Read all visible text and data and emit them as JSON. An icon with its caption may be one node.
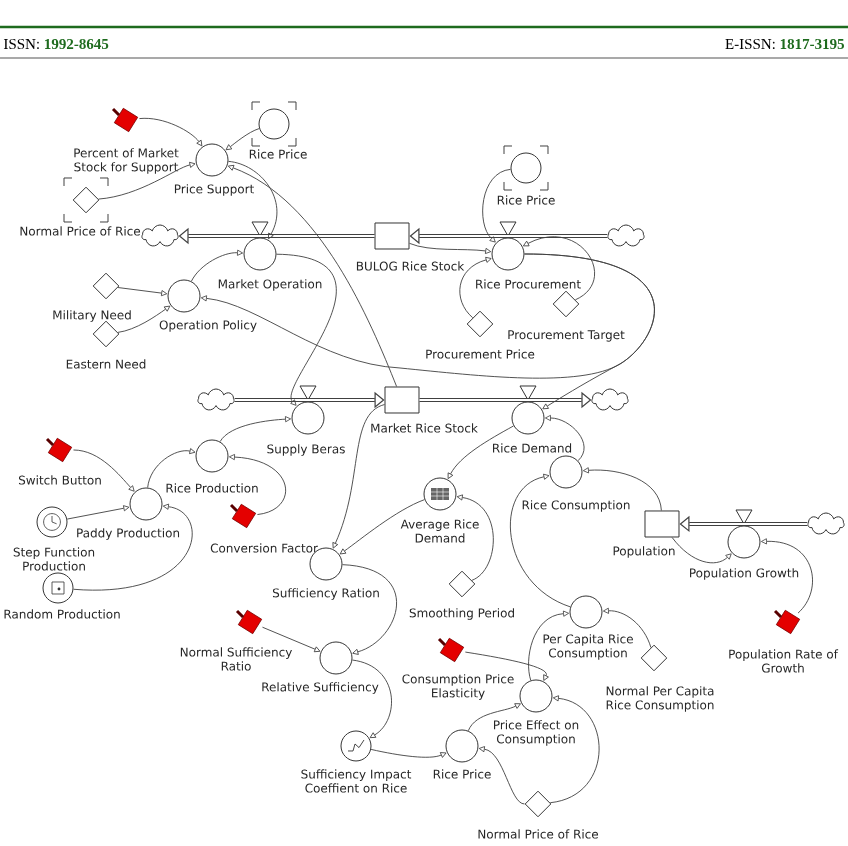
{
  "diagram": {
    "nodes": [
      {
        "text": [
          "Percent of Market Stock for Support"
        ]
      },
      {
        "text": [
          "Rice Price"
        ]
      },
      {
        "text": [
          "Price Support"
        ]
      },
      {
        "text": [
          "Normal Price of Rice"
        ]
      },
      {
        "text": [],
        "shape": "cloud"
      },
      {
        "text": [
          "Market Operation"
        ]
      },
      {
        "text": [
          "BULOG Rice Stock"
        ]
      },
      {
        "text": [
          "Rice Price"
        ]
      },
      {
        "text": [
          "Rice Procurement"
        ]
      },
      {
        "text": [],
        "shape": "cloud"
      },
      {
        "text": [
          "Military Need"
        ]
      },
      {
        "text": [
          "Operation Policy"
        ]
      },
      {
        "text": [
          "Procurement Target"
        ]
      },
      {
        "text": [
          "Procurement Price"
        ]
      },
      {
        "text": [
          "Eastern Need"
        ]
      },
      {
        "text": [],
        "shape": "cloud"
      },
      {
        "text": [
          "Supply Beras"
        ]
      },
      {
        "text": [
          "Market Rice Stock"
        ]
      },
      {
        "text": [
          "Rice Demand"
        ]
      },
      {
        "text": [],
        "shape": "cloud"
      },
      {
        "text": [
          "Switch Button"
        ]
      },
      {
        "text": [
          "Rice Production"
        ]
      },
      {
        "text": [
          "Paddy Production"
        ]
      },
      {
        "text": [
          "Conversion Factor"
        ]
      },
      {
        "text": [
          "Step Function Production"
        ]
      },
      {
        "text": [
          "Average Rice Demand"
        ]
      },
      {
        "text": [
          "Rice Consumption"
        ]
      },
      {
        "text": [
          "Population"
        ]
      },
      {
        "text": [
          "Population Growth"
        ]
      },
      {
        "text": [],
        "shape": "cloud"
      },
      {
        "text": [
          "Random Production"
        ]
      },
      {
        "text": [
          "Sufficiency Ration"
        ]
      },
      {
        "text": [
          "Smoothing Period"
        ]
      },
      {
        "text": [
          "Per Capita Rice Consumption"
        ]
      },
      {
        "text": [
          "Normal Sufficiency Ratio"
        ]
      },
      {
        "text": [
          "Population Rate of Growth"
        ]
      },
      {
        "text": [
          "Relative Sufficiency"
        ]
      },
      {
        "text": [
          "Consumption Price Elasticity"
        ]
      },
      {
        "text": [
          "Normal Per Capita Rice Consumption"
        ]
      },
      {
        "text": [
          "Price Effect on Consumption"
        ]
      },
      {
        "text": [
          "Sufficiency Impact Coeffient on Rice"
        ]
      },
      {
        "text": [
          "Rice Price"
        ]
      },
      {
        "text": [
          "Normal Price of Rice"
        ]
      }
    ],
    "edges": [
      {
        "from": 9,
        "to": 6,
        "arrow": "to",
        "style": "thick"
      },
      {
        "from": 6,
        "to": 4,
        "arrow": "to",
        "style": "thick"
      },
      {
        "from": 15,
        "to": 17,
        "arrow": "to",
        "style": "thick"
      },
      {
        "from": 17,
        "to": 19,
        "arrow": "to",
        "style": "thick"
      },
      {
        "from": 29,
        "to": 27,
        "arrow": "to",
        "style": "thick"
      },
      {
        "from": 0,
        "to": 2,
        "arrow": "to"
      },
      {
        "from": 1,
        "to": 2,
        "arrow": "to"
      },
      {
        "from": 3,
        "to": 2,
        "arrow": "to"
      },
      {
        "from": 17,
        "to": 2,
        "arrow": "to"
      },
      {
        "from": 2,
        "to": 5,
        "arrow": "to"
      },
      {
        "from": 11,
        "to": 5,
        "arrow": "to"
      },
      {
        "from": 10,
        "to": 11,
        "arrow": "to"
      },
      {
        "from": 14,
        "to": 11,
        "arrow": "to"
      },
      {
        "from": 8,
        "to": 11,
        "arrow": "to"
      },
      {
        "from": 5,
        "to": 16,
        "arrow": "to"
      },
      {
        "from": 7,
        "to": 8,
        "arrow": "to"
      },
      {
        "from": 6,
        "to": 8,
        "arrow": "to"
      },
      {
        "from": 12,
        "to": 8,
        "arrow": "to"
      },
      {
        "from": 13,
        "to": 8,
        "arrow": "to"
      },
      {
        "from": 8,
        "to": 18,
        "arrow": "to"
      },
      {
        "from": 21,
        "to": 16,
        "arrow": "to"
      },
      {
        "from": 22,
        "to": 21,
        "arrow": "to"
      },
      {
        "from": 23,
        "to": 21,
        "arrow": "to"
      },
      {
        "from": 20,
        "to": 22,
        "arrow": "to"
      },
      {
        "from": 24,
        "to": 22,
        "arrow": "to"
      },
      {
        "from": 30,
        "to": 22,
        "arrow": "to"
      },
      {
        "from": 17,
        "to": 31,
        "arrow": "to"
      },
      {
        "from": 25,
        "to": 31,
        "arrow": "to"
      },
      {
        "from": 18,
        "to": 25,
        "arrow": "to"
      },
      {
        "from": 32,
        "to": 25,
        "arrow": "to"
      },
      {
        "from": 26,
        "to": 18,
        "arrow": "to"
      },
      {
        "from": 27,
        "to": 26,
        "arrow": "to"
      },
      {
        "from": 33,
        "to": 26,
        "arrow": "to"
      },
      {
        "from": 27,
        "to": 28,
        "arrow": "to"
      },
      {
        "from": 35,
        "to": 28,
        "arrow": "to"
      },
      {
        "from": 31,
        "to": 36,
        "arrow": "to"
      },
      {
        "from": 34,
        "to": 36,
        "arrow": "to"
      },
      {
        "from": 36,
        "to": 40,
        "arrow": "to"
      },
      {
        "from": 40,
        "to": 41,
        "arrow": "to"
      },
      {
        "from": 41,
        "to": 39,
        "arrow": "to"
      },
      {
        "from": 42,
        "to": 39,
        "arrow": "to"
      },
      {
        "from": 42,
        "to": 41,
        "arrow": "to"
      },
      {
        "from": 37,
        "to": 39,
        "arrow": "to"
      },
      {
        "from": 39,
        "to": 33,
        "arrow": "to"
      },
      {
        "from": 38,
        "to": 33,
        "arrow": "to"
      }
    ],
    "labels": [
      "ISSN: **1992-8645**",
      "E-ISSN: **1817-3195**"
    ]
  }
}
